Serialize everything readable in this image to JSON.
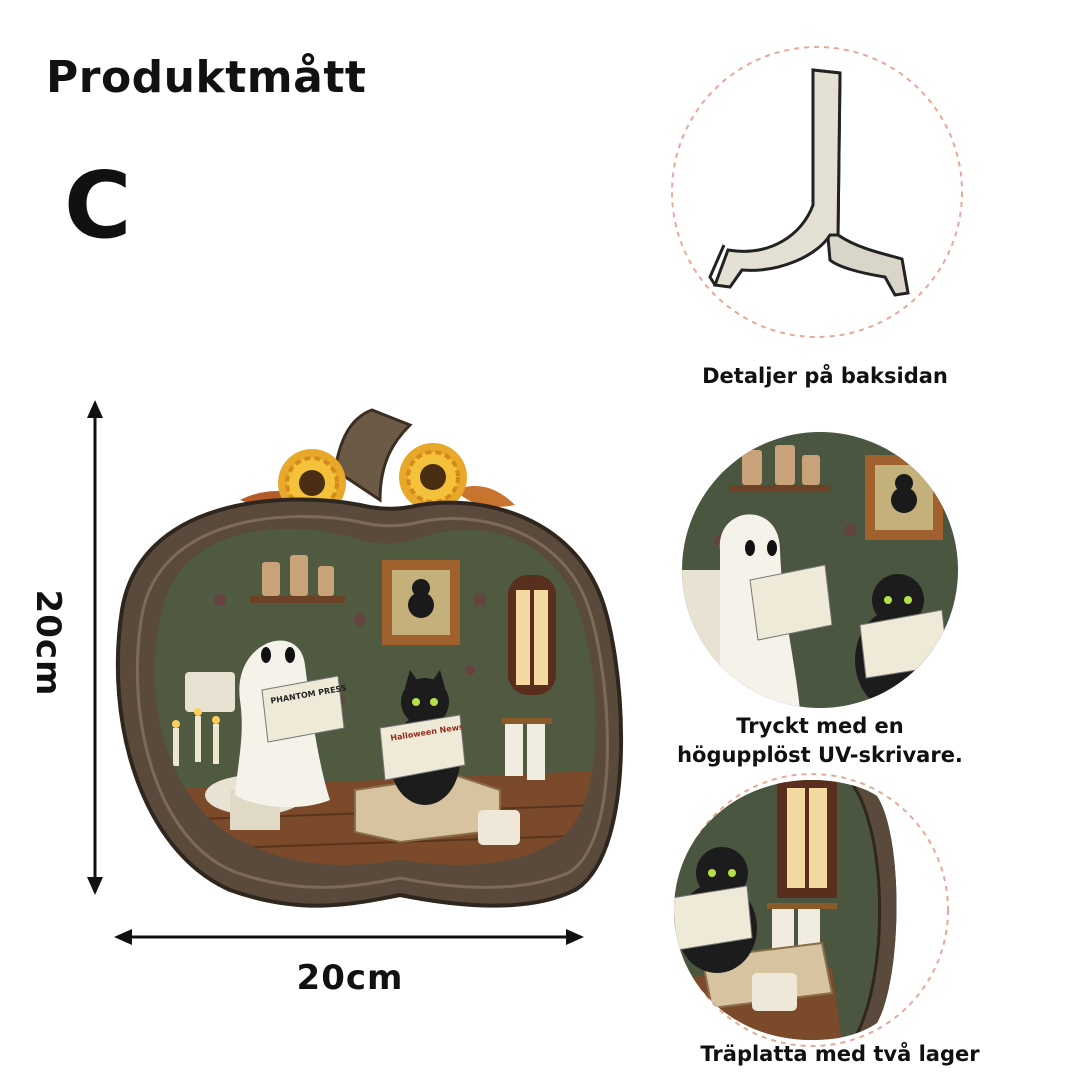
{
  "page": {
    "title": "Produktmått",
    "variant": "C"
  },
  "dimensions": {
    "width_label": "20cm",
    "height_label": "20cm"
  },
  "details": [
    {
      "caption": "Detaljer på baksidan",
      "icon": "wooden-stand"
    },
    {
      "caption": "Tryckt med en\nhögupplöst UV-skrivare.",
      "icon": "ghost-cat-closeup"
    },
    {
      "caption": "Träplatta med två lager",
      "icon": "layered-edge-closeup"
    }
  ],
  "product_scene": {
    "newspaper_ghost": "PHANTOM PRESS",
    "newspaper_cat": "Halloween News"
  },
  "colors": {
    "text": "#111111",
    "dashed_circle": "#e6a99a",
    "wood_dark": "#4b3a2c",
    "wall_green": "#4f5a40",
    "floor_brown": "#7a4a2a"
  }
}
